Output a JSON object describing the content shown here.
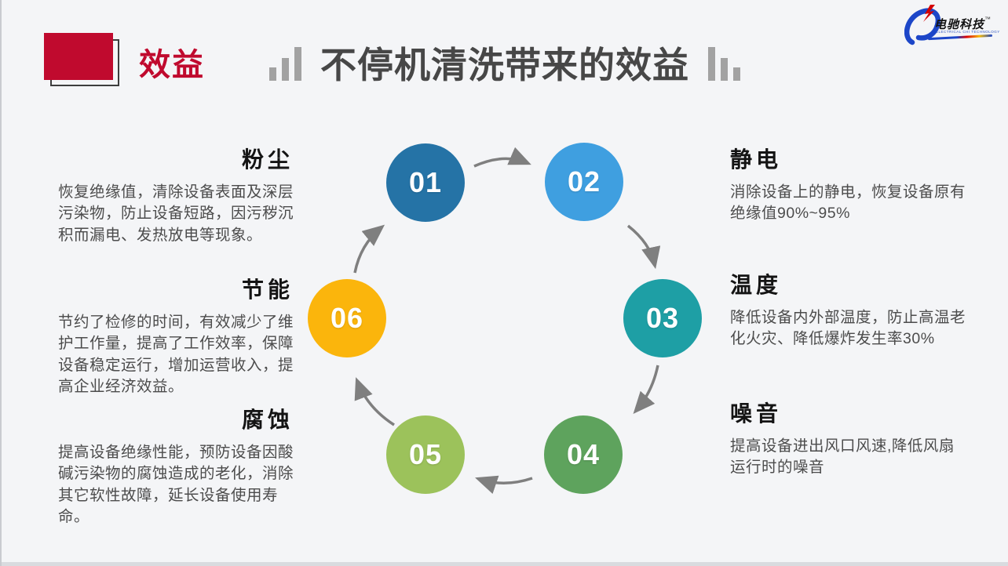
{
  "section_label": "效益",
  "title": "不停机清洗带来的效益",
  "logo": {
    "name": "电驰科技",
    "tm": "™",
    "subtitle": "ELECTRICAL CHI TECHNOLOGY"
  },
  "colors": {
    "background": "#f4f5f7",
    "accent_red": "#c00a2e",
    "title_gray": "#474747",
    "bar_gray": "#a2a2a2",
    "arrow_gray": "#7f7f7f",
    "logo_blue": "#1c46c8"
  },
  "cycle": {
    "circles": [
      {
        "num": "01",
        "color": "#2573a6"
      },
      {
        "num": "02",
        "color": "#3f9fe0"
      },
      {
        "num": "03",
        "color": "#1e9fa5"
      },
      {
        "num": "04",
        "color": "#5ea35d"
      },
      {
        "num": "05",
        "color": "#9cc25b"
      },
      {
        "num": "06",
        "color": "#fbb50c"
      }
    ]
  },
  "benefits": {
    "left": [
      {
        "heading": "粉尘",
        "body": "恢复绝缘值，清除设备表面及深层污染物，防止设备短路，因污秽沉积而漏电、发热放电等现象。"
      },
      {
        "heading": "节能",
        "body": "节约了检修的时间，有效减少了维护工作量，提高了工作效率，保障设备稳定运行，增加运营收入，提高企业经济效益。"
      },
      {
        "heading": "腐蚀",
        "body": "提高设备绝缘性能，预防设备因酸碱污染物的腐蚀造成的老化，消除其它软性故障，延长设备使用寿命。"
      }
    ],
    "right": [
      {
        "heading": "静电",
        "body": "消除设备上的静电，恢复设备原有绝缘值90%~95%"
      },
      {
        "heading": "温度",
        "body": "降低设备内外部温度，防止高温老化火灾、降低爆炸发生率30%"
      },
      {
        "heading": "噪音",
        "body": "提高设备进出风口风速,降低风扇运行时的噪音"
      }
    ]
  }
}
